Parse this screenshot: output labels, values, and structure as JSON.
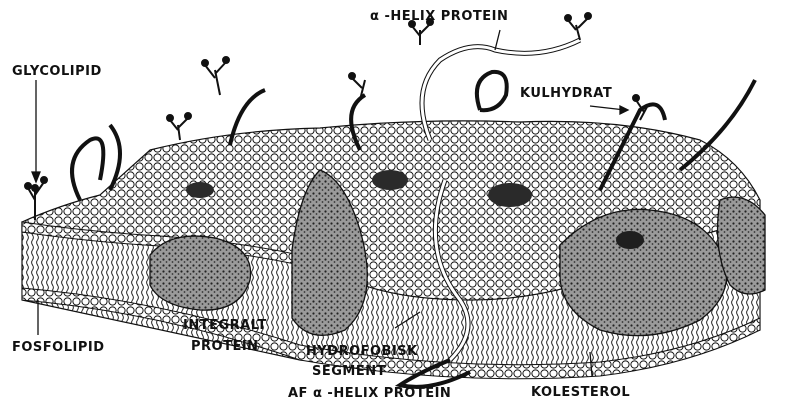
{
  "diagram": {
    "labels": {
      "alpha_helix_protein": "α -HELIX PROTEIN",
      "glycolipid": "GLYCOLIPID",
      "kulhydrat": "KULHYDRAT",
      "integralt_protein_line1": "INTEGRALT",
      "integralt_protein_line2": "PROTEIN",
      "fosfolipid": "FOSFOLIPID",
      "hydrofobisk_segment_line1": "HYDROFOBISK",
      "hydrofobisk_segment_line2": "SEGMENT",
      "af_alpha_helix_protein": "AF α -HELIX PROTEIN",
      "kolesterol": "KOLESTEROL"
    },
    "colors": {
      "ink": "#111111",
      "paper": "#ffffff",
      "shade": "#3a3a3a"
    }
  }
}
